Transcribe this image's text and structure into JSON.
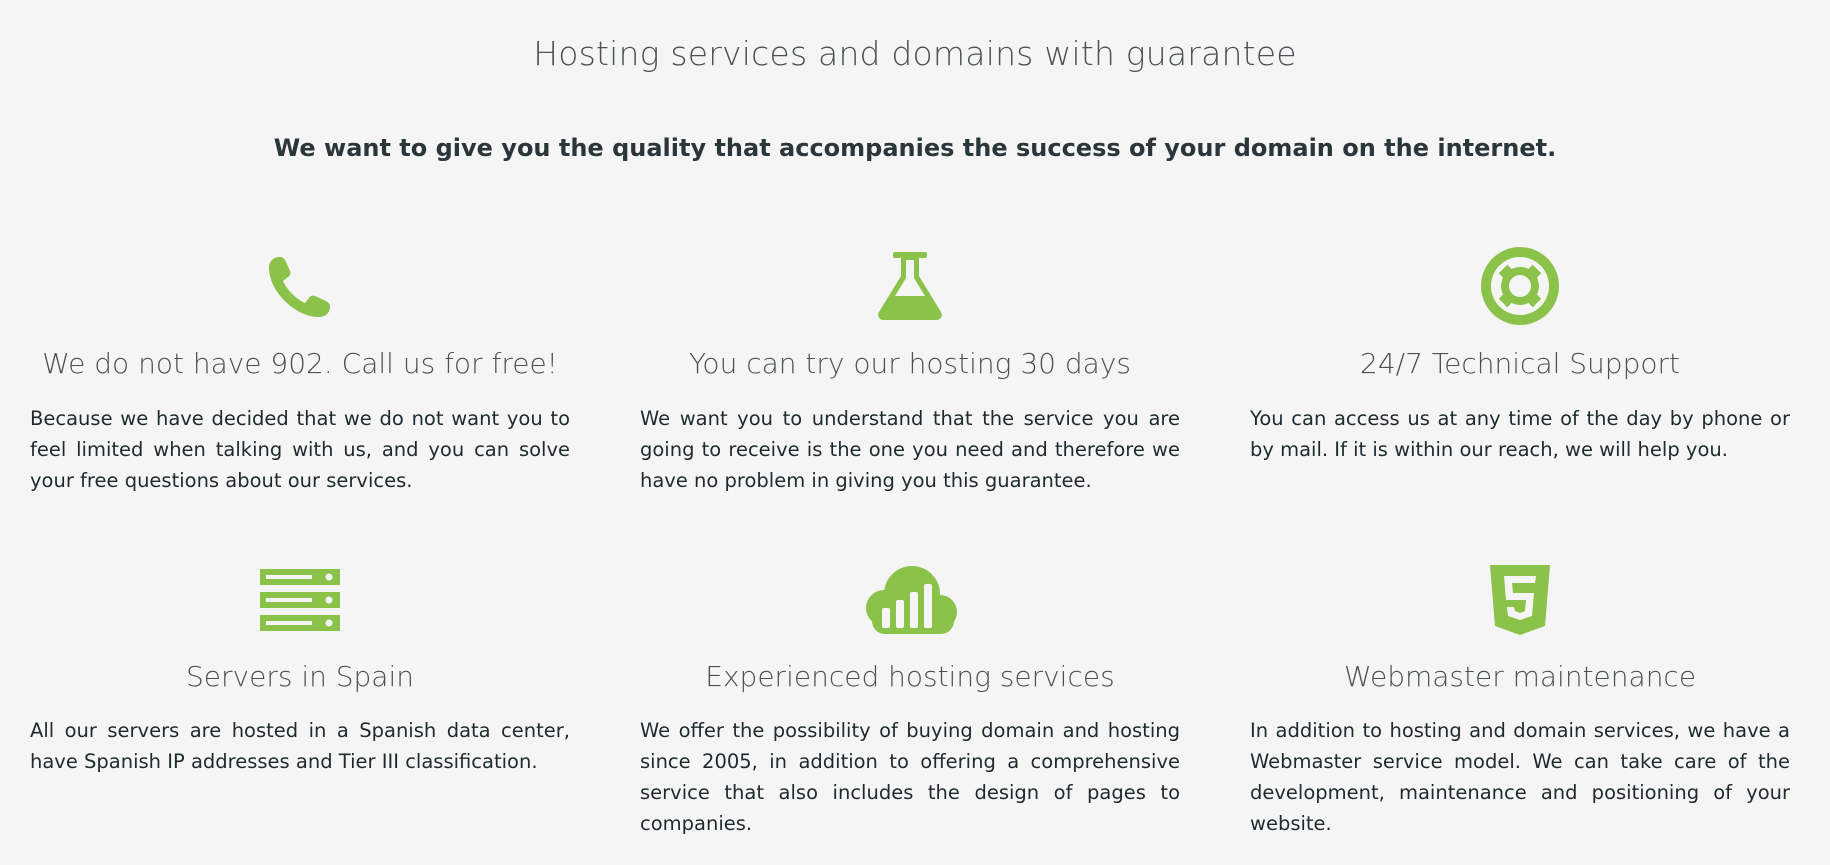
{
  "header": {
    "title": "Hosting services and domains with guarantee",
    "subtitle": "We want to give you the quality that accompanies the success of your domain on the internet."
  },
  "accent_color": "#8bc34a",
  "features": [
    {
      "icon": "phone-icon",
      "title": "We do not have 902. Call us for free!",
      "description": "Because we have decided that we do not want you to feel limited when talking with us, and you can solve your free questions about our services."
    },
    {
      "icon": "flask-icon",
      "title": "You can try our hosting 30 days",
      "description": "We want you to understand that the service you are going to receive is the one you need and therefore we have no problem in giving you this guarantee."
    },
    {
      "icon": "lifebuoy-icon",
      "title": "24/7 Technical Support",
      "description": "You can access us at any time of the day by phone or by mail. If it is within our reach, we will help you."
    },
    {
      "icon": "server-icon",
      "title": "Servers in Spain",
      "description": "All our servers are hosted in a Spanish data center, have Spanish IP addresses and Tier III classification."
    },
    {
      "icon": "cloud-signal-icon",
      "title": "Experienced hosting services",
      "description": "We offer the possibility of buying domain and hosting since 2005, in addition to offering a comprehensive service that also includes the design of pages to companies."
    },
    {
      "icon": "html5-icon",
      "title": "Webmaster maintenance",
      "description": "In addition to hosting and domain services, we have a Webmaster service model. We can take care of the development, maintenance and positioning of your website."
    }
  ]
}
